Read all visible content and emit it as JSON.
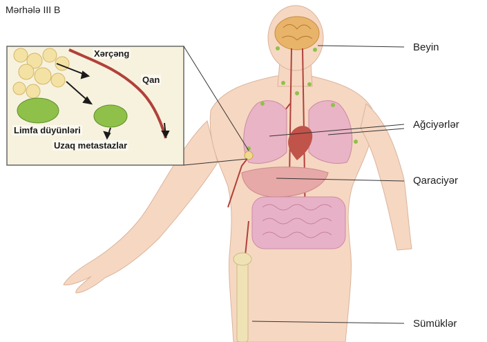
{
  "title": "Mərhələ III B",
  "labels": {
    "brain": "Beyin",
    "lungs": "Ağciyərlər",
    "liver": "Qaraciyər",
    "bones": "Sümüklər"
  },
  "inset": {
    "cancer": "Xərçəng",
    "blood": "Qan",
    "lymph_nodes": "Limfa düyünləri",
    "distant_metastases": "Uzaq metastazlar"
  },
  "colors": {
    "skin": "#f6d7c2",
    "organ_pink": "#e9b4c6",
    "brain": "#e8b46a",
    "vessel": "#b0413a",
    "lymph_node": "#8fc14a",
    "bone": "#efe2b4",
    "line": "#333333"
  }
}
